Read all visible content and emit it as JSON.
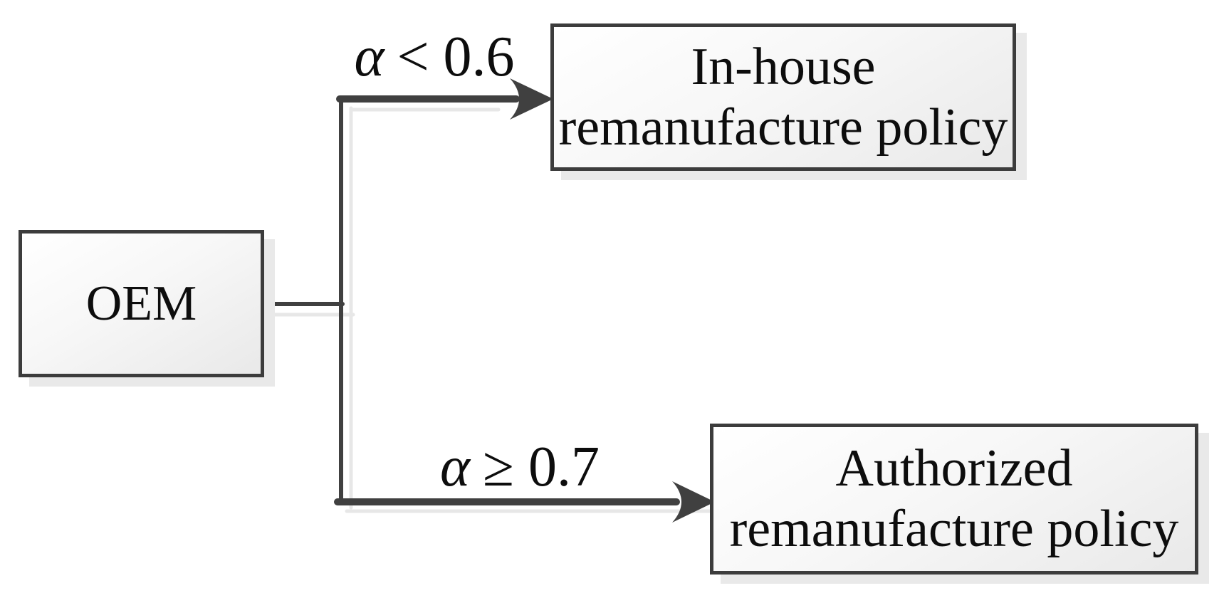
{
  "diagram": {
    "root": {
      "label": "OEM"
    },
    "branches": [
      {
        "condition": {
          "alpha": "α",
          "rest": "< 0.6"
        },
        "target": {
          "line1": "In-house",
          "line2": "remanufacture policy"
        }
      },
      {
        "condition": {
          "alpha": "α",
          "rest": "≥ 0.7"
        },
        "target": {
          "line1": "Authorized",
          "line2": "remanufacture policy"
        }
      }
    ],
    "colors": {
      "box_border": "#3c3c3c",
      "arrow": "#404040",
      "box_fill_top": "#ffffff",
      "box_fill_bottom": "#e9e9e9",
      "shadow": "#e9e9e9",
      "text": "#0d0d0d"
    }
  }
}
